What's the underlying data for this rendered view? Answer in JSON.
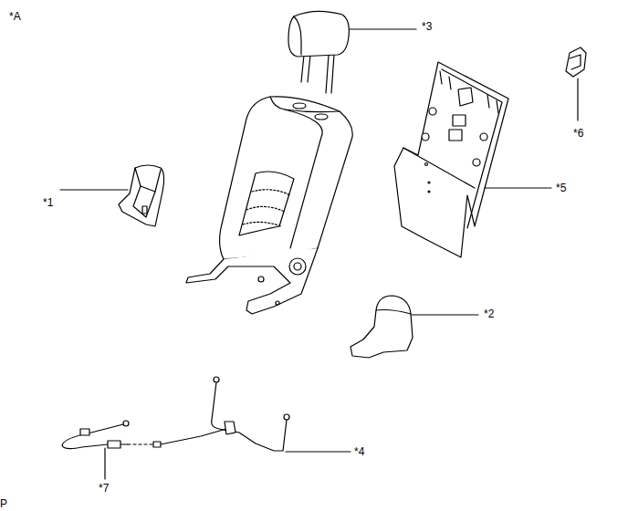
{
  "diagram": {
    "labels": [
      "*A",
      "*3",
      "*6",
      "*5",
      "*1",
      "*2",
      "*4",
      "*7",
      "P"
    ]
  }
}
